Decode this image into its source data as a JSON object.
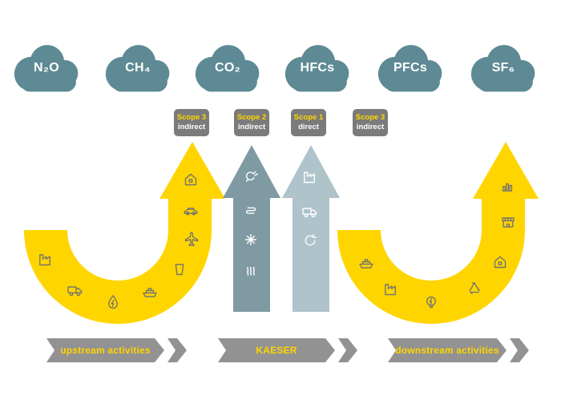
{
  "clouds": [
    {
      "label": "N₂O"
    },
    {
      "label": "CH₄"
    },
    {
      "label": "CO₂"
    },
    {
      "label": "HFCs"
    },
    {
      "label": "PFCs"
    },
    {
      "label": "SF₆"
    }
  ],
  "scope_badges": [
    {
      "scope": "Scope 3",
      "type": "indirect"
    },
    {
      "scope": "Scope 2",
      "type": "indirect"
    },
    {
      "scope": "Scope 1",
      "type": "direct"
    },
    {
      "scope": "Scope 3",
      "type": "indirect"
    }
  ],
  "banners": {
    "upstream": "upstream activities",
    "company": "KAESER",
    "downstream": "downstream activities"
  },
  "arrows": {
    "upstream": {
      "color": "#ffd500",
      "icons": [
        "factory",
        "truck",
        "fuel-drop",
        "ship",
        "trash-bin",
        "airplane",
        "car",
        "house"
      ]
    },
    "scope2": {
      "color": "#7f9aa3",
      "icons": [
        "power-plug",
        "heating-coil",
        "snowflake",
        "steam"
      ]
    },
    "scope1": {
      "color": "#aec3ca",
      "icons": [
        "factory",
        "truck",
        "refresh"
      ]
    },
    "downstream": {
      "color": "#ffd500",
      "icons": [
        "ship",
        "factory",
        "bulb-energy",
        "recycle",
        "house",
        "shop",
        "bar-chart"
      ]
    }
  },
  "colors": {
    "yellow": "#ffd500",
    "cloud": "#5d8a94",
    "arrow_scope2": "#7f9aa3",
    "arrow_scope1": "#aec3ca",
    "badge_bg": "#7b7b7b",
    "banner_bg": "#929292",
    "banner_text": "#ffd500",
    "icon_on_yellow": "#77766c",
    "icon_on_gray": "#ffffff"
  }
}
